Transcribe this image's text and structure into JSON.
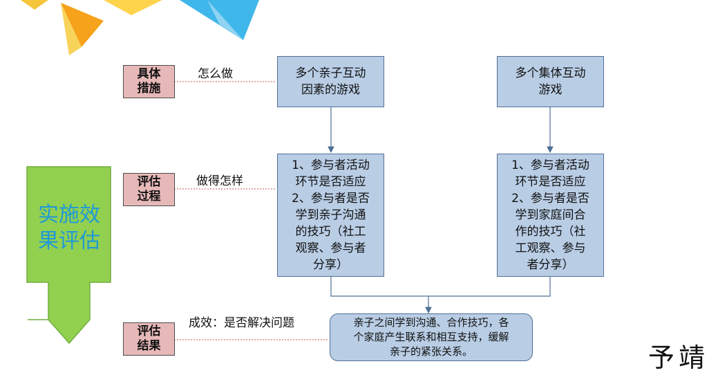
{
  "labels": {
    "measures": "具体\n措施",
    "process": "评估\n过程",
    "result": "评估\n结果"
  },
  "captions": {
    "how": "怎么做",
    "how_well": "做得怎样",
    "outcome": "成效：是否解决问题"
  },
  "boxes": {
    "game1": "多个亲子互动\n因素的游戏",
    "game2": "多个集体互动\n游戏",
    "eval1": "1、参与者活动\n环节是否适应\n2、参与者是否\n学到亲子沟通\n的技巧（社工\n观察、参与者\n分享）",
    "eval2": "1、参与者活动\n环节是否适应\n2、参与者是否\n学到家庭间合\n作的技巧（社\n工观察、参与\n者分享）",
    "result": "亲子之间学到沟通、合作技巧，各\n个家庭产生联系和相互支持，缓解\n亲子的紧张关系。"
  },
  "big_arrow": {
    "text": "实施效\n果评估"
  },
  "logo": {
    "text": "予靖"
  },
  "colors": {
    "label_fill": "#e6b9b8",
    "box_fill": "#b9cde5",
    "box_border": "#4f6f95",
    "connector_red": "#c0504d",
    "arrow_green": "#92d050",
    "arrow_text": "#1f9ad6"
  }
}
